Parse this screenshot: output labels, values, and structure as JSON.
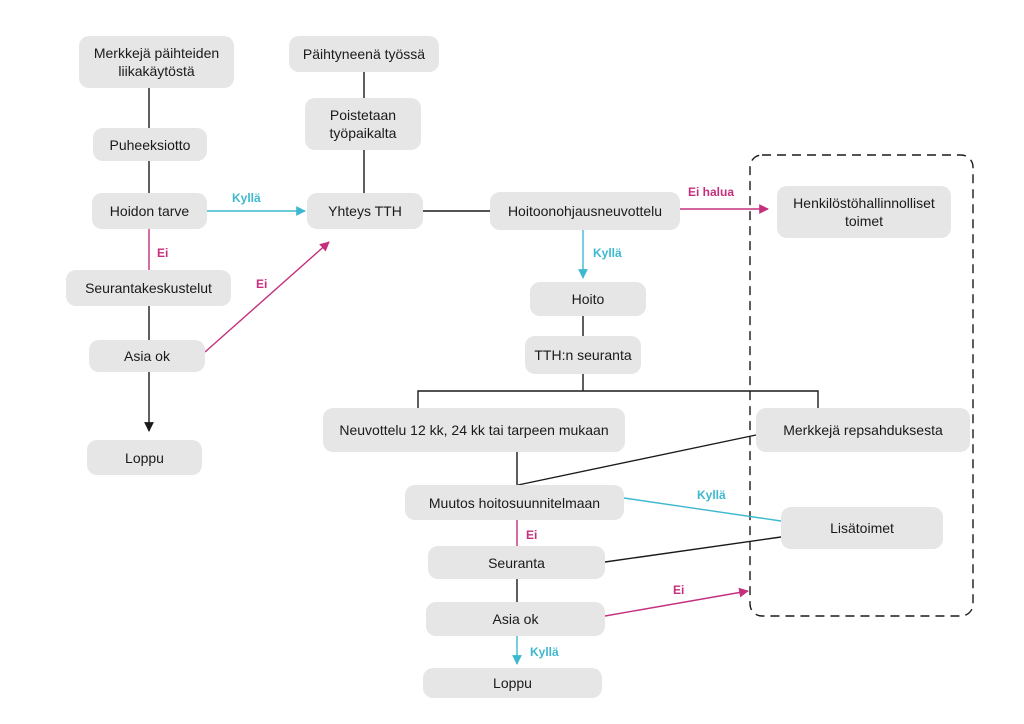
{
  "colors": {
    "box_fill": "#e6e6e7",
    "line": "#1a1a1a",
    "cyan": "#3db8cf",
    "pink": "#c4307e",
    "dashed_frame": "#1a1a1a"
  },
  "nodes": {
    "merkkeja_paihteiden": "Merkkejä päihteiden liikakäytöstä",
    "puheeksiotto": "Puheeksiotto",
    "hoidon_tarve": "Hoidon tarve",
    "seurantakeskustelut": "Seurantakeskustelut",
    "asia_ok_1": "Asia ok",
    "loppu_1": "Loppu",
    "paihtyneena_tyossa": "Päihtyneenä työssä",
    "poistetaan": "Poistetaan työpaikalta",
    "yhteys_tth": "Yhteys TTH",
    "hoitoonohjausneuvottelu": "Hoitoonohjausneuvottelu",
    "henkilostohallinnolliset": "Henkilöstöhallinnolliset toimet",
    "hoito": "Hoito",
    "tth_seuranta": "TTH:n seuranta",
    "neuvottelu": "Neuvottelu 12 kk, 24 kk tai tarpeen mukaan",
    "merkkeja_repsahduksesta": "Merkkejä repsahduksesta",
    "muutos": "Muutos hoitosuunnitelmaan",
    "lisatoimet": "Lisätoimet",
    "seuranta": "Seuranta",
    "asia_ok_2": "Asia ok",
    "loppu_2": "Loppu"
  },
  "labels": {
    "kylla_1": "Kyllä",
    "ei_1": "Ei",
    "ei_2": "Ei",
    "ei_halua": "Ei halua",
    "kylla_2": "Kyllä",
    "kylla_3": "Kyllä",
    "ei_3": "Ei",
    "ei_4": "Ei",
    "kylla_4": "Kyllä"
  }
}
